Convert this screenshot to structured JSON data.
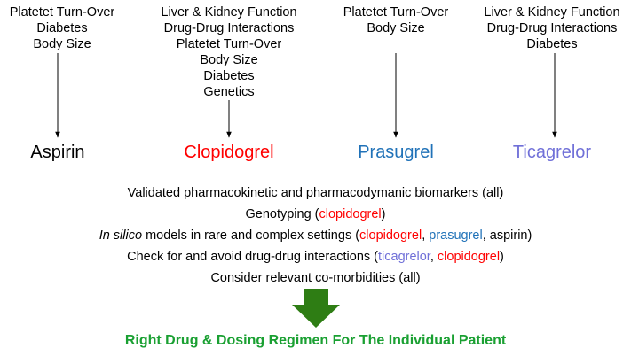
{
  "colors": {
    "aspirin": "#000000",
    "clopidogrel": "#ff0000",
    "prasugrel": "#2072b8",
    "ticagrelor": "#7070d8",
    "result": "#1aa032",
    "big_arrow": "#2e7d14"
  },
  "drugs": [
    {
      "name": "Aspirin",
      "factors": [
        "Platetet Turn-Over",
        "Diabetes",
        "Body Size"
      ]
    },
    {
      "name": "Clopidogrel",
      "factors": [
        "Liver & Kidney Function",
        "Drug-Drug Interactions",
        "Platetet Turn-Over",
        "Body Size",
        "Diabetes",
        "Genetics"
      ]
    },
    {
      "name": "Prasugrel",
      "factors": [
        "Platetet Turn-Over",
        "Body Size"
      ]
    },
    {
      "name": "Ticagrelor",
      "factors": [
        "Liver & Kidney Function",
        "Drug-Drug Interactions",
        "Diabetes"
      ]
    }
  ],
  "recommendations": {
    "r1": {
      "text": "Validated pharmacokinetic and pharmacodymanic biomarkers (all)"
    },
    "r2": {
      "pre": "Genotyping (",
      "d1": "clopidogrel",
      "post": ")"
    },
    "r3": {
      "italic": "In silico",
      "pre": " models in rare and complex settings (",
      "d1": "clopidogrel",
      "sep1": ", ",
      "d2": "prasugrel",
      "post": ", aspirin)"
    },
    "r4": {
      "pre": "Check for and avoid drug-drug interactions (",
      "d1": "ticagrelor",
      "sep1": ", ",
      "d2": "clopidogrel",
      "post": ")"
    },
    "r5": {
      "text": "Consider relevant co-morbidities (all)"
    }
  },
  "result_text": "Right Drug & Dosing Regimen For The Individual Patient"
}
